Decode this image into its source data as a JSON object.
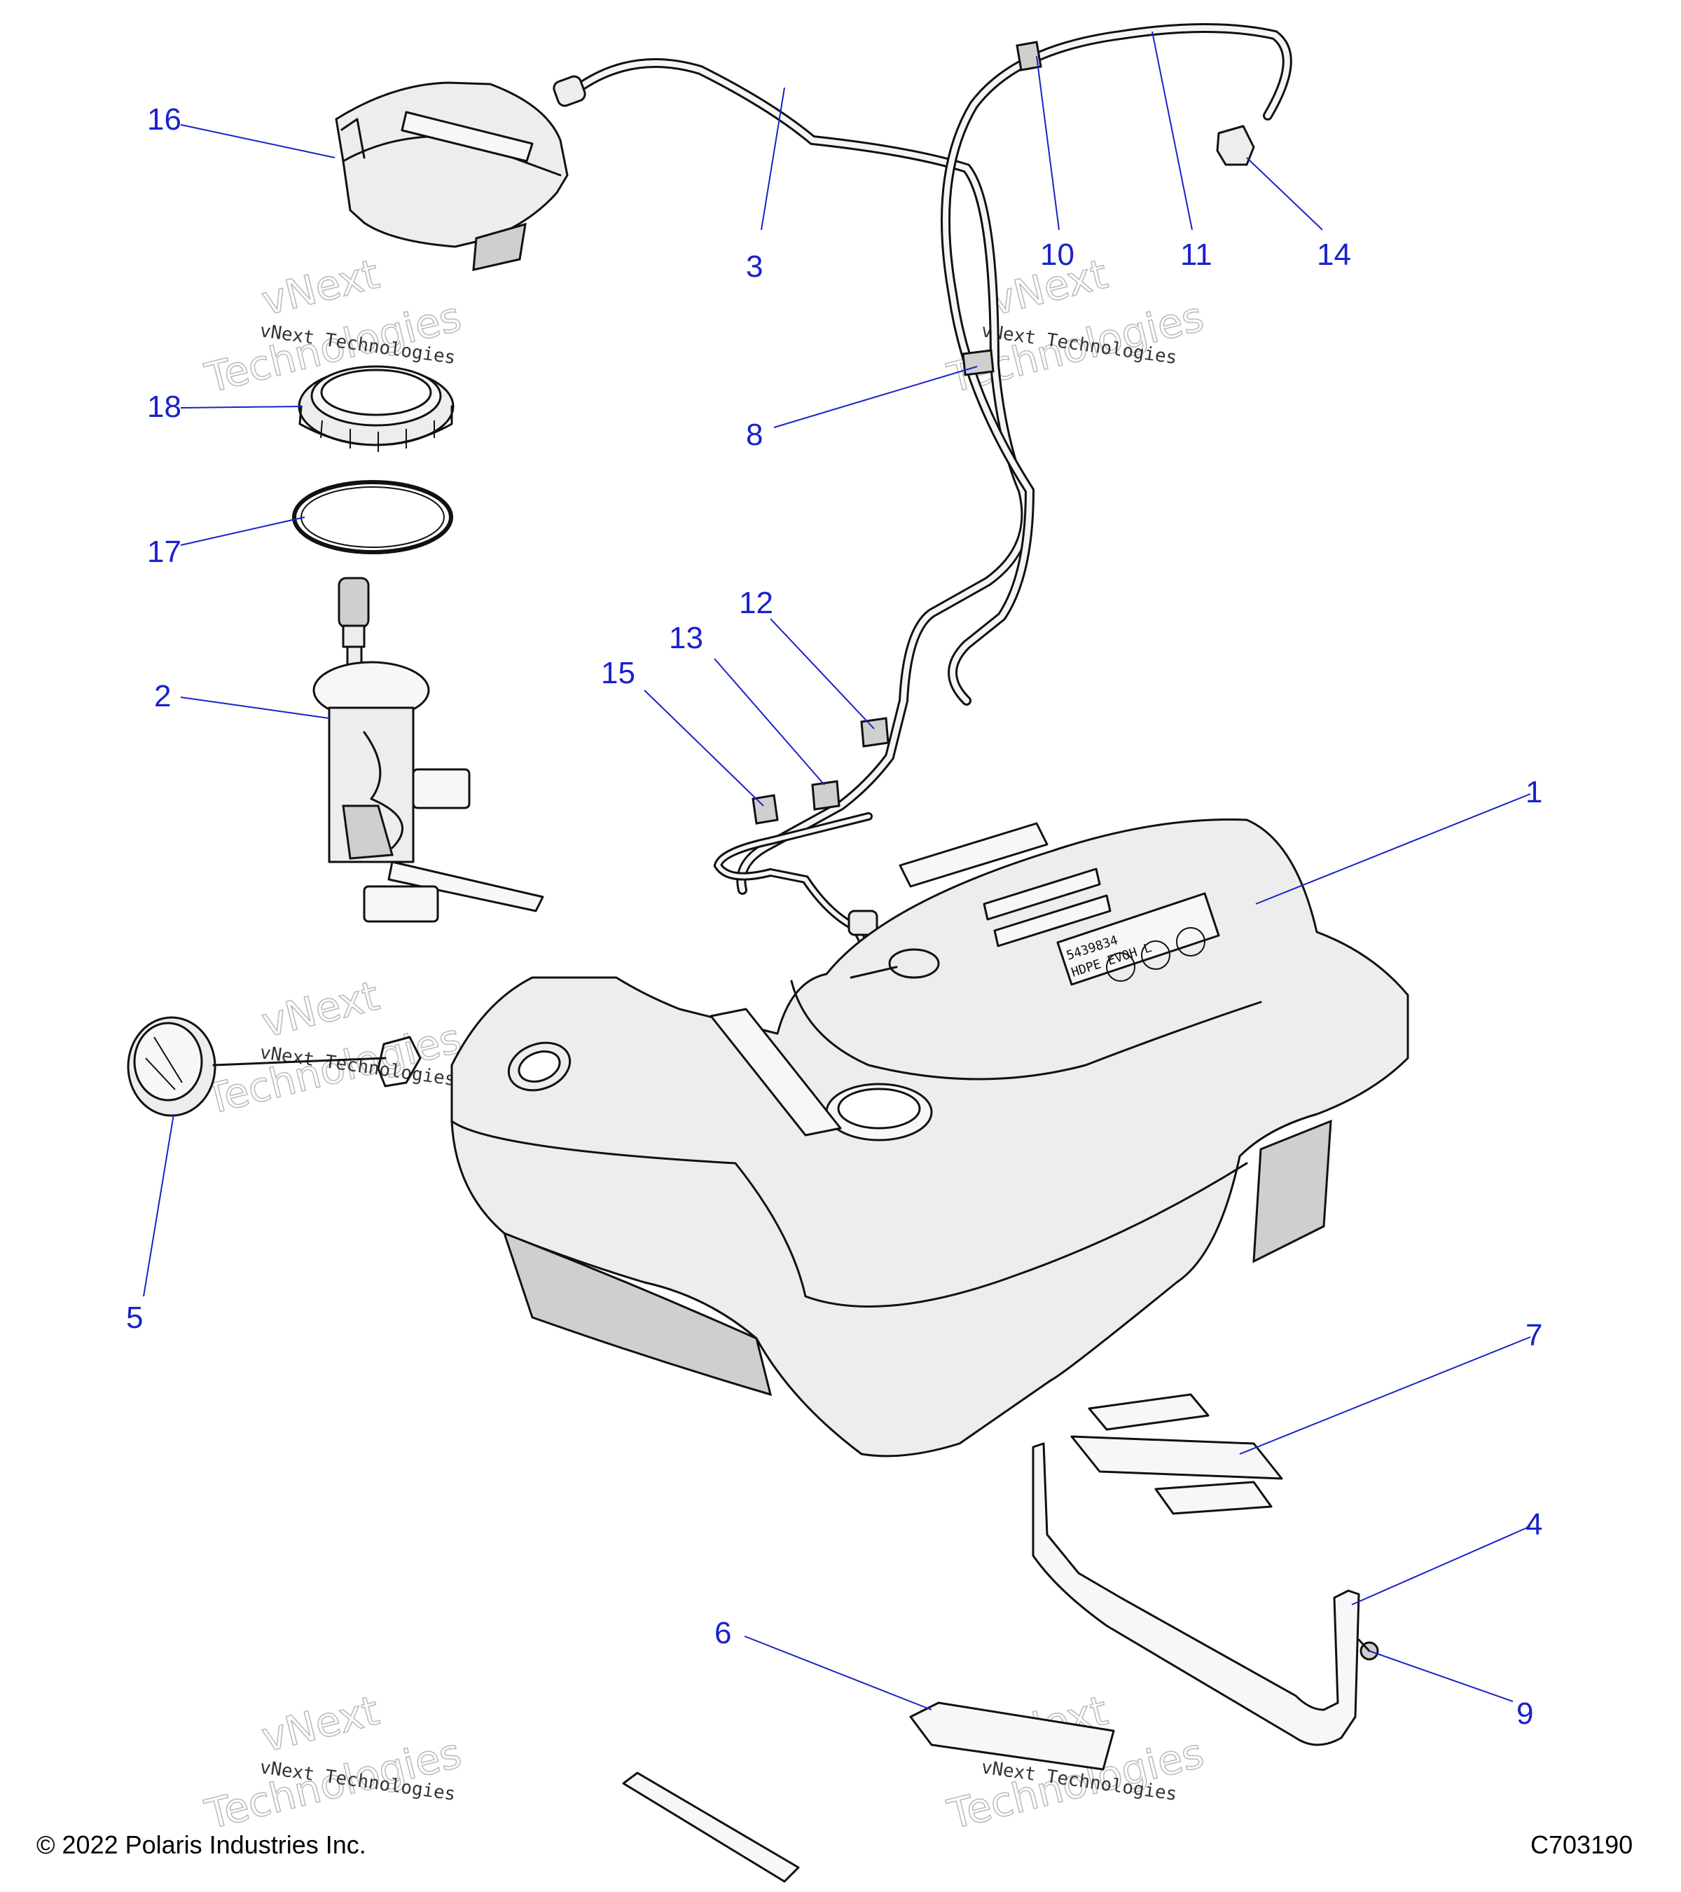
{
  "callouts": {
    "c1": "1",
    "c2": "2",
    "c3": "3",
    "c4": "4",
    "c5": "5",
    "c6": "6",
    "c7": "7",
    "c8": "8",
    "c9": "9",
    "c10": "10",
    "c11": "11",
    "c12": "12",
    "c13": "13",
    "c14": "14",
    "c15": "15",
    "c16": "16",
    "c17": "17",
    "c18": "18"
  },
  "watermark": {
    "line1": "vNext Technologies",
    "line2": "vNext",
    "line3": "Technologies"
  },
  "label_plate": {
    "line1": "5439834",
    "line2": "HDPE EVOH L"
  },
  "footer": {
    "copyright": "© 2022 Polaris Industries Inc.",
    "diagram_id": "C703190"
  }
}
